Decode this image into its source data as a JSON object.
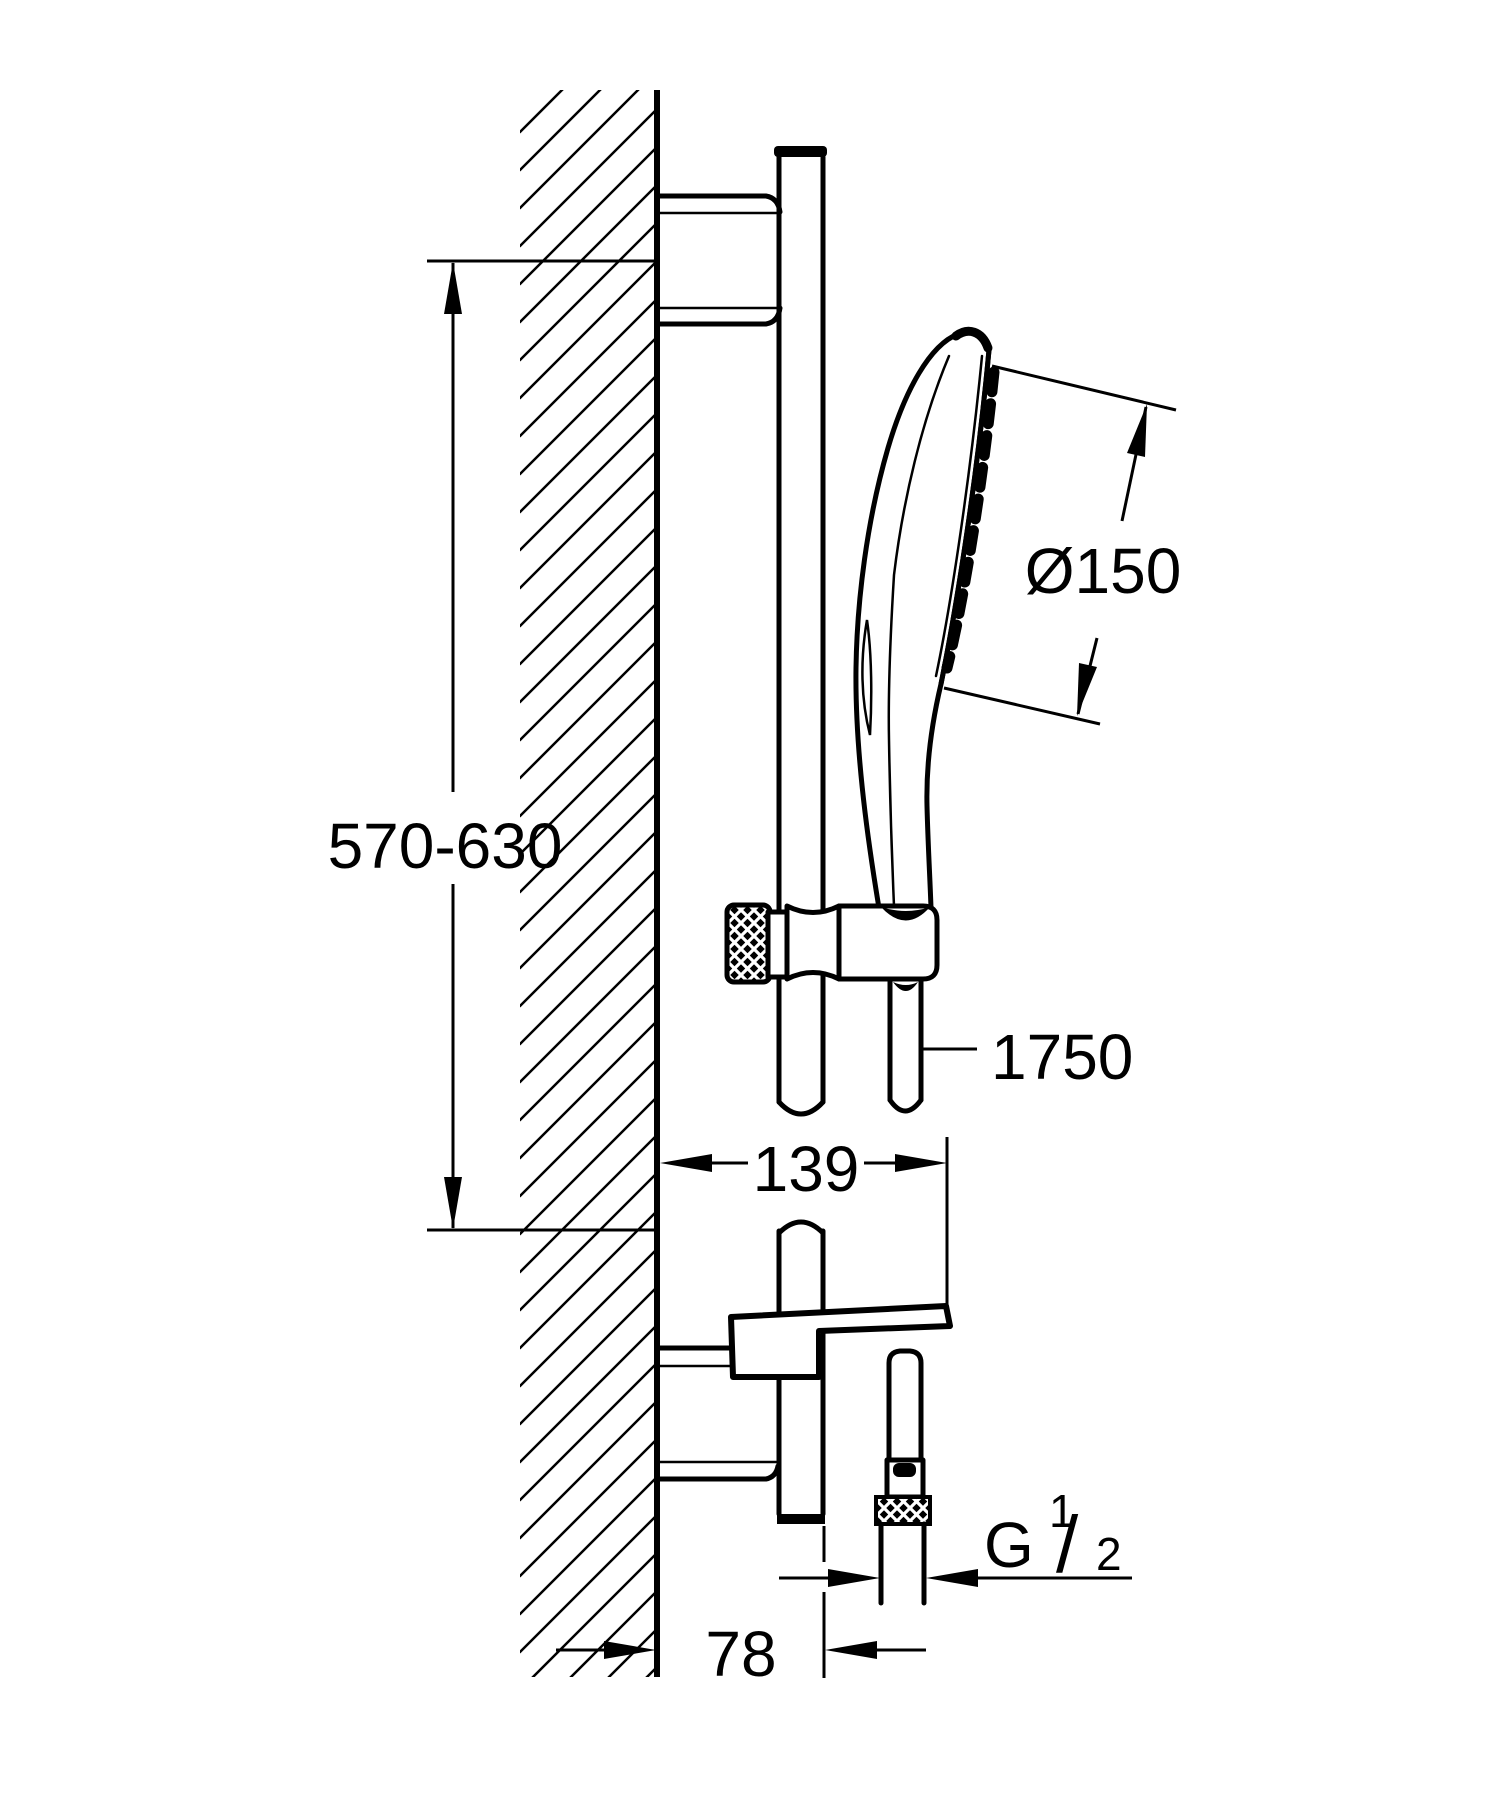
{
  "colors": {
    "ink": "#000000",
    "paper": "#ffffff"
  },
  "dimensions": {
    "rail_height": "570-630",
    "head_diameter": "Ø150",
    "hose_length": "1750",
    "tray_depth": "139",
    "wall_offset": "78",
    "thread_g": "G",
    "thread_sup": "1",
    "thread_slash": "/",
    "thread_sub": "2"
  }
}
